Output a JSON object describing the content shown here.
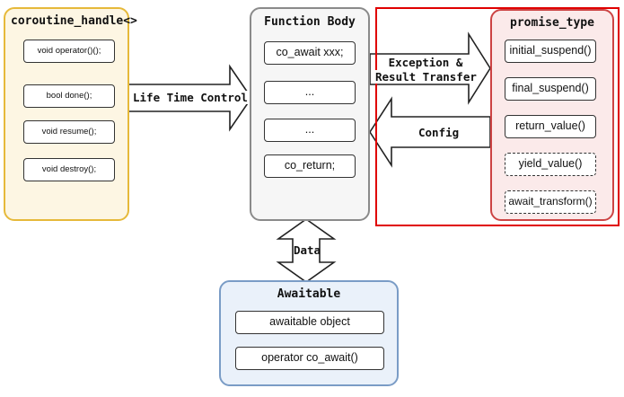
{
  "handle": {
    "title": "coroutine_handle<>",
    "items": [
      "void operator()();",
      "bool done();",
      "void resume();",
      "void destroy();"
    ]
  },
  "body": {
    "title": "Function Body",
    "items": [
      "co_await xxx;",
      "...",
      "...",
      "co_return;"
    ]
  },
  "promise": {
    "title": "promise_type",
    "items": [
      "initial_suspend()",
      "final_suspend()",
      "return_value()"
    ],
    "optional_items": [
      "yield_value()",
      "await_transform()"
    ]
  },
  "awaitable": {
    "title": "Awaitable",
    "items": [
      "awaitable object",
      "operator co_await()"
    ]
  },
  "arrows": {
    "life_time": "Life Time Control",
    "exception_line1": "Exception &",
    "exception_line2": "Result Transfer",
    "config": "Config",
    "data": "Data"
  },
  "colors": {
    "handle_border": "#e6b93a",
    "handle_fill": "#fdf6e3",
    "body_border": "#8a8a8a",
    "body_fill": "#f6f6f6",
    "promise_border": "#c44",
    "promise_fill": "#fbeaea",
    "highlight": "#e00000",
    "awaitable_border": "#7a9cc6",
    "awaitable_fill": "#eaf1fa"
  }
}
